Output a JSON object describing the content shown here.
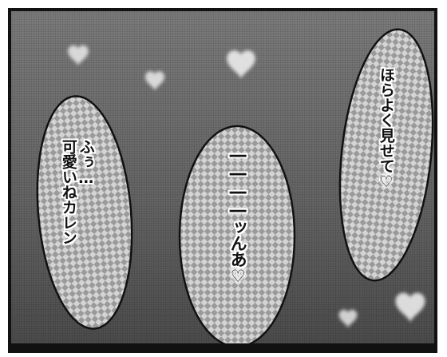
{
  "speech": {
    "left": {
      "line1": "ふぅ…",
      "line2": "可愛いねカレン"
    },
    "middle": {
      "line1": "――――ッんあ♡"
    },
    "right": {
      "line1": "ほらよく見せて♡"
    }
  },
  "colors": {
    "panel_background_top": "#7d7d7d",
    "panel_background_bottom": "#4c4c4c",
    "border": "#111111",
    "bubble_fill": "#c8c8c8",
    "text": "#111111"
  }
}
